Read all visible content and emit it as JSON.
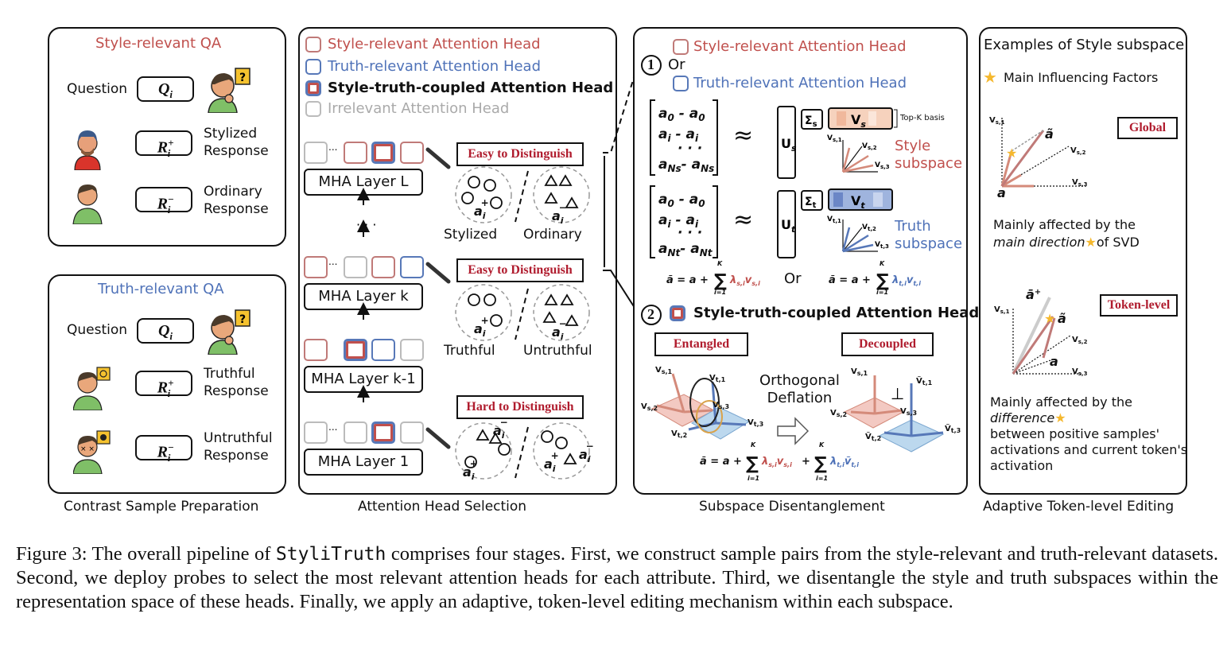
{
  "panel1": {
    "style_title": "Style-relevant QA",
    "truth_title": "Truth-relevant QA",
    "question": "Question",
    "q": "Q",
    "q_sub": "i",
    "r": "R",
    "stylized_response": [
      "Stylized",
      "Response"
    ],
    "ordinary_response": [
      "Ordinary",
      "Response"
    ],
    "truthful_response": [
      "Truthful",
      "Response"
    ],
    "untruthful_response": [
      "Untruthful",
      "Response"
    ],
    "caption": "Contrast Sample Preparation"
  },
  "panel2": {
    "legend": [
      {
        "label": "Style-relevant Attention Head",
        "color": "#c0504d"
      },
      {
        "label": "Truth-relevant Attention Head",
        "color": "#4f72b8"
      },
      {
        "label": "Style-truth-coupled Attention Head",
        "color": "#111111"
      },
      {
        "label": "Irrelevant Attention Head",
        "color": "#aaaaaa"
      }
    ],
    "layers": [
      "MHA Layer L",
      "MHA Layer k",
      "MHA Layer k-1",
      "MHA Layer 1"
    ],
    "ellipsis": "...",
    "tags": [
      "Easy to Distinguish",
      "Easy to Distinguish",
      "Hard to Distinguish"
    ],
    "group_labels": [
      [
        "Stylized",
        "Ordinary"
      ],
      [
        "Truthful",
        "Untruthful"
      ]
    ],
    "caption": "Attention Head Selection"
  },
  "panel3": {
    "step1": "1",
    "step2": "2",
    "or": "Or",
    "style_head": "Style-relevant Attention Head",
    "truth_head": "Truth-relevant Attention Head",
    "coupled_head": "Style-truth-coupled Attention Head",
    "topk": "Top-K basis",
    "style_subspace": [
      "Style",
      "subspace"
    ],
    "truth_subspace": [
      "Truth",
      "subspace"
    ],
    "entangled": "Entangled",
    "decoupled": "Decoupled",
    "orthogonal": [
      "Orthogonal",
      "Deflation"
    ],
    "caption": "Subspace Disentanglement"
  },
  "panel4": {
    "title": "Examples of Style subspace",
    "legend": "Main Influencing Factors",
    "global": "Global",
    "token_level": "Token-level",
    "global_desc": [
      "Mainly affected by the",
      "main direction",
      "of SVD"
    ],
    "token_desc": [
      "Mainly affected by the",
      "difference",
      "between positive samples'",
      "activations and current token's",
      "activation"
    ],
    "caption": "Adaptive Token-level Editing"
  },
  "figure_caption": {
    "prefix": "Figure 3: The overall pipeline of ",
    "name": "StyliTruth",
    "rest": " comprises four stages. First, we construct sample pairs from the style-relevant and truth-relevant datasets. Second, we deploy probes to select the most relevant attention heads for each attribute. Third, we disentangle the style and truth subspaces within the representation space of these heads. Finally, we apply an adaptive, token-level editing mechanism within each subspace."
  },
  "colors": {
    "style": "#c0504d",
    "truth": "#4f72b8",
    "tag_text": "#b01c2e",
    "star": "#f5b82e"
  }
}
